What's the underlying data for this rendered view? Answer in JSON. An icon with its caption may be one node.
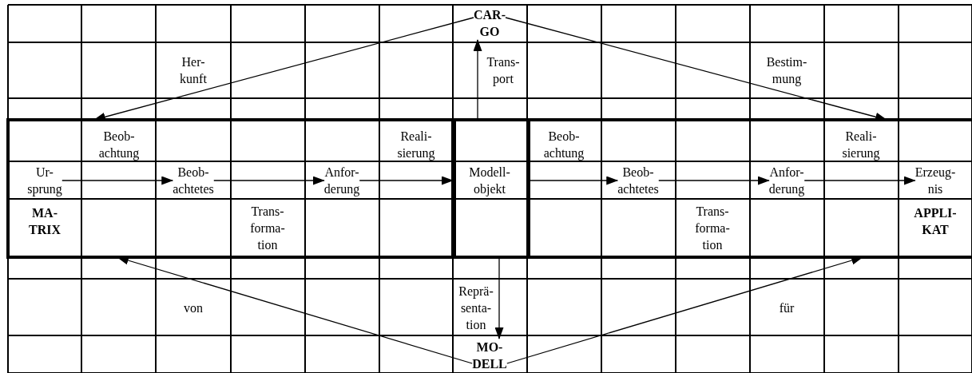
{
  "diagram": {
    "nodes": [
      {
        "text": [
          "CAR- GO"
        ]
      },
      {
        "text": [
          "MA- TRIX"
        ]
      },
      {
        "text": [
          "Ur- sprung"
        ],
        "in": 1
      },
      {
        "text": [
          "Beob- achtetes"
        ],
        "in": 1
      },
      {
        "text": [
          "Anfor- derung"
        ],
        "in": 1
      },
      {
        "text": [
          "Modell- objekt"
        ]
      },
      {
        "text": [
          "APPLI- KAT"
        ]
      },
      {
        "text": [
          "Beob- achtetes"
        ],
        "in": 6
      },
      {
        "text": [
          "Anfor- derung"
        ],
        "in": 6
      },
      {
        "text": [
          "Erzeug- nis"
        ],
        "in": 6
      },
      {
        "text": [
          "MO- DELL"
        ]
      }
    ],
    "edges": [
      {
        "from": 5,
        "to": 0,
        "arrow": "to",
        "label": "Trans- port"
      },
      {
        "from": 0,
        "to": 1,
        "arrow": "to",
        "label": "Her- kunft"
      },
      {
        "from": 0,
        "to": 6,
        "arrow": "to",
        "label": "Bestim- mung"
      },
      {
        "from": 2,
        "to": 3,
        "arrow": "to",
        "label": "Beob- achtung"
      },
      {
        "from": 3,
        "to": 4,
        "arrow": "to",
        "label": "Trans- forma- tion"
      },
      {
        "from": 4,
        "to": 5,
        "arrow": "to",
        "label": "Reali- sierung"
      },
      {
        "from": 5,
        "to": 7,
        "arrow": "to",
        "label": "Beob- achtung"
      },
      {
        "from": 7,
        "to": 8,
        "arrow": "to",
        "label": "Trans- forma- tion"
      },
      {
        "from": 8,
        "to": 9,
        "arrow": "to",
        "label": "Reali- sierung"
      },
      {
        "from": 5,
        "to": 10,
        "arrow": "to",
        "label": "Reprä- senta- tion"
      },
      {
        "from": 10,
        "to": 1,
        "arrow": "to",
        "label": "von"
      },
      {
        "from": 10,
        "to": 6,
        "arrow": "to",
        "label": "für"
      }
    ]
  }
}
